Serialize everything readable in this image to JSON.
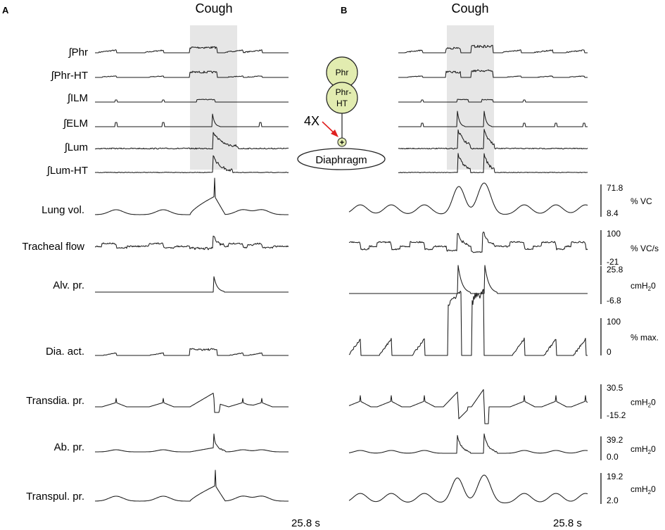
{
  "panels": {
    "a": "A",
    "b": "B"
  },
  "titles": {
    "a": "Cough",
    "b": "Cough"
  },
  "neural_labels": [
    "∫Phr",
    "∫Phr-HT",
    "∫ILM",
    "∫ELM",
    "∫Lum",
    "∫Lum-HT"
  ],
  "mech_labels": [
    "Lung vol.",
    "Tracheal flow",
    "Alv. pr.",
    "Dia. act.",
    "Transdia. pr.",
    "Ab. pr.",
    "Transpul. pr."
  ],
  "scales": [
    {
      "top": "71.8",
      "bottom": "8.4",
      "unit": "% VC"
    },
    {
      "top": "100",
      "bottom": "-21",
      "unit": "% VC/s"
    },
    {
      "top": "25.8",
      "bottom": "-6.8",
      "unit": "cmH",
      "unit_sub": "2",
      "unit_end": "0"
    },
    {
      "top": "100",
      "bottom": "0",
      "unit": "% max."
    },
    {
      "top": "30.5",
      "bottom": "-15.2",
      "unit": "cmH",
      "unit_sub": "2",
      "unit_end": "0"
    },
    {
      "top": "39.2",
      "bottom": "0.0",
      "unit": "cmH",
      "unit_sub": "2",
      "unit_end": "0"
    },
    {
      "top": "19.2",
      "bottom": "2.0",
      "unit": "cmH",
      "unit_sub": "2",
      "unit_end": "0"
    }
  ],
  "time": {
    "a": "25.8 s",
    "b": "25.8 s"
  },
  "schematic": {
    "phr": "Phr",
    "phr_ht_1": "Phr-",
    "phr_ht_2": "HT",
    "gain": "4X",
    "plus": "+",
    "diaphragm": "Diaphragm"
  },
  "colors": {
    "shade": "#e6e6e6",
    "circle_fill": "#e2ecb0",
    "arrow": "#e02020"
  }
}
